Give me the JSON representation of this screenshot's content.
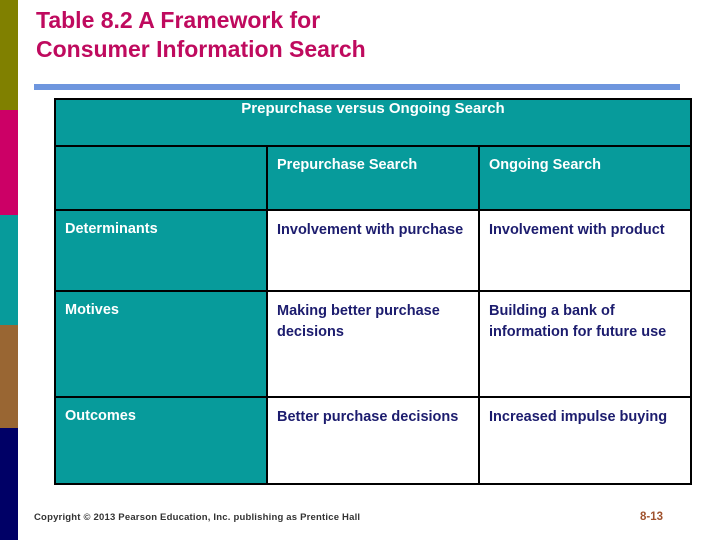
{
  "slide": {
    "title_lines": [
      "Table 8.2 A Framework for",
      "Consumer Information Search"
    ],
    "title_color": "#BF0A5E",
    "rule_color": "#6E96DE",
    "accent_teal": "#079B9B",
    "body_text_color": "#1C1C6E"
  },
  "sidebar": {
    "bands": [
      {
        "name": "olive",
        "color": "#808000"
      },
      {
        "name": "magenta",
        "color": "#CC0066"
      },
      {
        "name": "teal",
        "color": "#079B9B"
      },
      {
        "name": "brown",
        "color": "#996633"
      },
      {
        "name": "navy",
        "color": "#000066"
      }
    ]
  },
  "table": {
    "banner": "Prepurchase versus Ongoing Search",
    "column_headers": [
      "",
      "Prepurchase Search",
      "Ongoing Search"
    ],
    "rows": [
      {
        "label": "Determinants",
        "prepurchase": "Involvement with purchase",
        "ongoing": "Involvement with product"
      },
      {
        "label": "Motives",
        "prepurchase": "Making better purchase decisions",
        "ongoing": "Building a bank of information for future use"
      },
      {
        "label": "Outcomes",
        "prepurchase": "Better purchase decisions",
        "ongoing": "Increased impulse buying"
      }
    ]
  },
  "footer": {
    "copyright": "Copyright © 2013 Pearson Education, Inc. publishing as Prentice Hall",
    "page_number": "8-13",
    "page_number_color": "#A0522D"
  }
}
